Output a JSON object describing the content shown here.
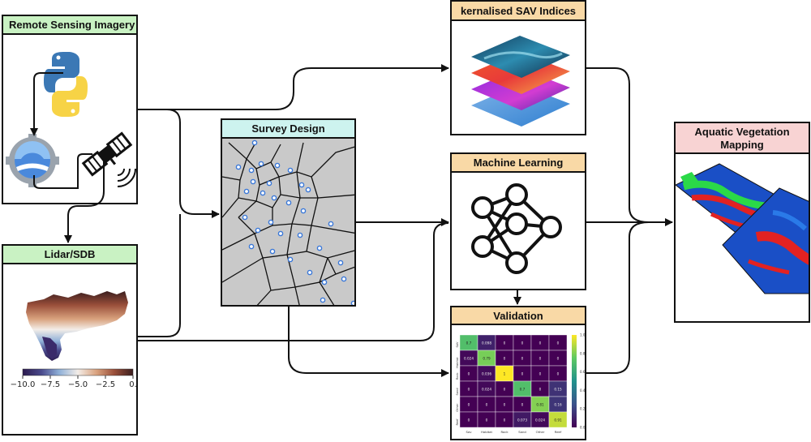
{
  "boxes": {
    "remote_sensing": {
      "title": "Remote Sensing Imagery"
    },
    "lidar": {
      "title": "Lidar/SDB"
    },
    "survey": {
      "title": "Survey Design"
    },
    "sav": {
      "title": "kernalised SAV Indices"
    },
    "ml": {
      "title": "Machine Learning"
    },
    "validation": {
      "title": "Validation"
    },
    "aquatic": {
      "title_line1": "Aquatic Vegetation",
      "title_line2": "Mapping"
    }
  },
  "colorbar": {
    "ticks": [
      "−10.0",
      "−7.5",
      "−5.0",
      "−2.5",
      "0."
    ],
    "colors": [
      "#2c1a4e",
      "#4a4a8c",
      "#8fb0d8",
      "#f3ede8",
      "#d9a27e",
      "#9a4f3a",
      "#3b1e1e"
    ]
  },
  "confusion_matrix": {
    "row_labels": [
      "SAV",
      "Habitat",
      "Rock",
      "Sand",
      "Other",
      "Reef"
    ],
    "col_labels": [
      "Sav",
      "Habitat",
      "Rock",
      "Sand",
      "Other",
      "Reef"
    ],
    "values": [
      [
        "0.7",
        "0.098",
        "0",
        "0",
        "0",
        "0"
      ],
      [
        "0.024",
        "0.79",
        "0",
        "0",
        "0",
        "0"
      ],
      [
        "0",
        "0.036",
        "1",
        "0",
        "0",
        "0"
      ],
      [
        "0",
        "0.024",
        "0",
        "0.7",
        "0",
        "0.15"
      ],
      [
        "0",
        "0",
        "0",
        "0",
        "0.81",
        "0.16"
      ],
      [
        "0",
        "0",
        "0",
        "0.073",
        "0.024",
        "0.91"
      ]
    ],
    "cbar_ticks": [
      "1.0",
      "0.8",
      "0.6",
      "0.4",
      "0.2",
      "0.0"
    ]
  },
  "colors": {
    "header_green": "#c9f2c3",
    "header_cyan": "#cdf3ef",
    "header_orange": "#f9d9a6",
    "header_pink": "#f8d3d3",
    "line": "#111111"
  },
  "icons": [
    "python-logo",
    "google-earth-engine-logo",
    "satellite-icon",
    "neural-network-icon"
  ]
}
